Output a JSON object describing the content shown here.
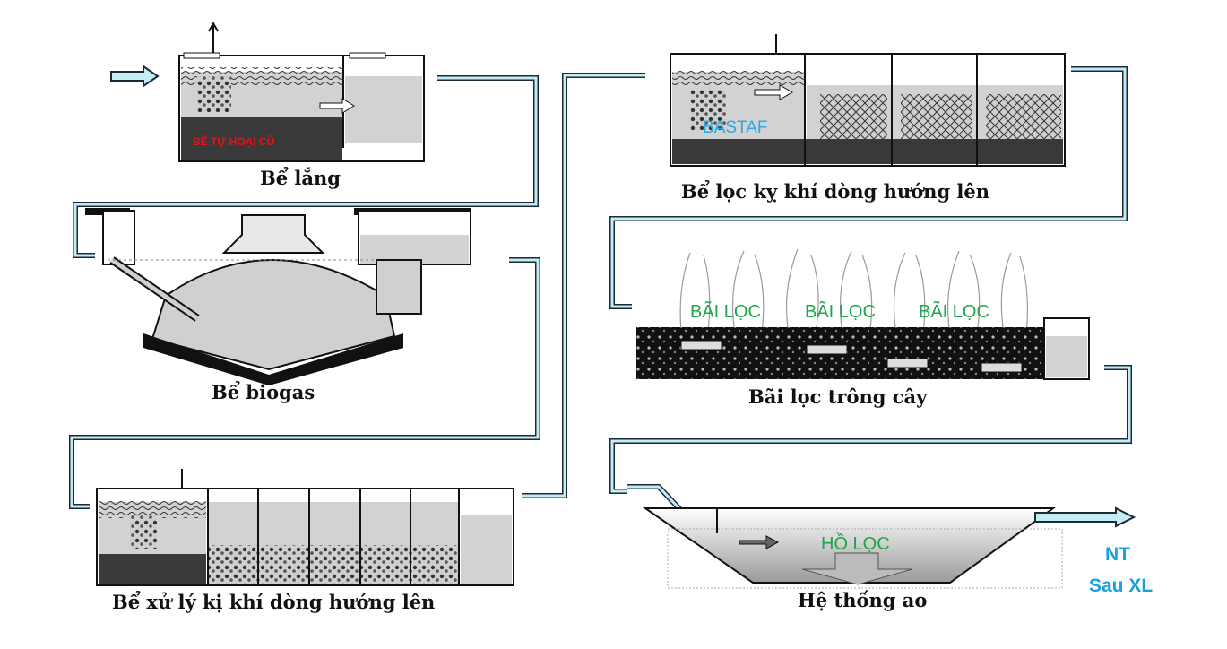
{
  "stages": {
    "settling": {
      "caption": "Bể lắng",
      "tag": "BỂ TỰ HOẠI CŨ"
    },
    "biogas": {
      "caption": "Bể biogas"
    },
    "anaerobic": {
      "caption": "Bể xử lý kị khí dòng hướng lên"
    },
    "bastaf": {
      "caption": "Bể lọc kỵ khí dòng hướng lên",
      "tag": "BASTAF"
    },
    "wetland": {
      "caption": "Bãi lọc trông cây",
      "tags": [
        "BÃI LỌC",
        "BÃI LỌC",
        "BÃI LỌC"
      ]
    },
    "pond": {
      "caption": "Hệ thống ao",
      "tag": "HỒ LỌC"
    }
  },
  "output": {
    "line1": "NT",
    "line2": "Sau XL"
  },
  "colors": {
    "pipe_outline": "#1b2a33",
    "pipe_fill": "#c4ecf7",
    "red_tag": "#e0141e",
    "blue_tag": "#2aa8e8",
    "green_tag": "#1fa64a"
  }
}
